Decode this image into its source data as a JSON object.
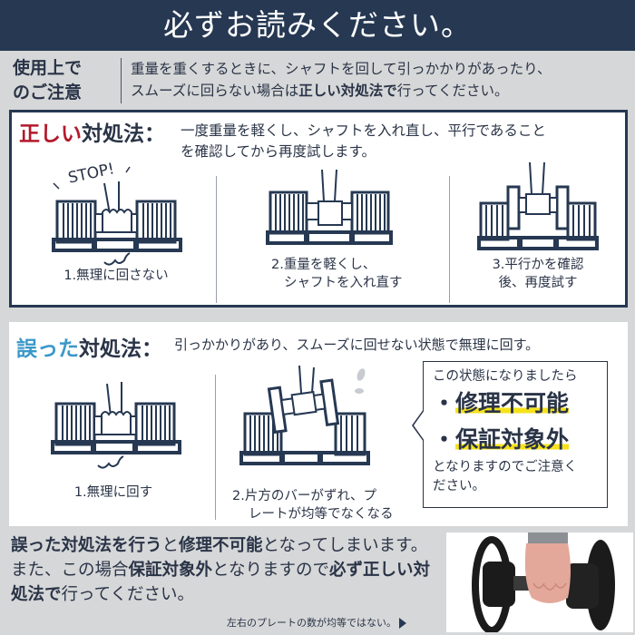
{
  "header": {
    "title": "必ずお読みください。"
  },
  "notice": {
    "label_line1": "使用上で",
    "label_line2": "のご注意",
    "text_line1": "重量を重くするときに、シャフトを回して引っかかりがあったり、",
    "text_line2_a": "スムーズに回らない場合は",
    "text_line2_b": "正しい対処法で",
    "text_line2_c": "行ってください。"
  },
  "correct": {
    "title_accent": "正しい",
    "title_rest": "対処法：",
    "accent_color": "#b3192b",
    "desc_line1": "一度重量を軽くし、シャフトを入れ直し、平行であること",
    "desc_line2": "を確認してから再度試します。",
    "stop_label": "STOP!",
    "steps": [
      {
        "line1": "1.無理に回さない",
        "line2": ""
      },
      {
        "line1": "2.重量を軽くし、",
        "line2": "シャフトを入れ直す"
      },
      {
        "line1": "3.平行かを確認",
        "line2": "後、再度試す"
      }
    ]
  },
  "wrong": {
    "title_accent": "誤った",
    "title_rest": "対処法：",
    "accent_color": "#3a98c8",
    "desc": "引っかかりがあり、スムーズに回せない状態で無理に回す。",
    "steps": [
      {
        "line1": "1.無理に回す",
        "line2": ""
      },
      {
        "line1": "2.片方のバーがずれ、プ",
        "line2": "レートが均等でなくなる"
      }
    ],
    "callout": {
      "intro": "この状態になりましたら",
      "items": [
        "修理不可能",
        "保証対象外"
      ],
      "outro_line1": "となりますのでご注意く",
      "outro_line2": "ださい。",
      "highlight_color": "#f6e21c"
    }
  },
  "bottom": {
    "seg1": "誤った対処法を行う",
    "seg2": "と",
    "seg3": "修理不可能",
    "seg4": "となってしまいます。また、この場合",
    "seg5": "保証対象外",
    "seg6": "となりますので",
    "seg7": "必ず正しい対処法で",
    "seg8": "行ってください。",
    "photo_caption": "左右のプレートの数が均等ではない。",
    "photo_alt": "dumbbell-held-in-hand-photo"
  },
  "colors": {
    "navy": "#263852",
    "text": "#2a3447",
    "background": "#d6d7d8"
  }
}
